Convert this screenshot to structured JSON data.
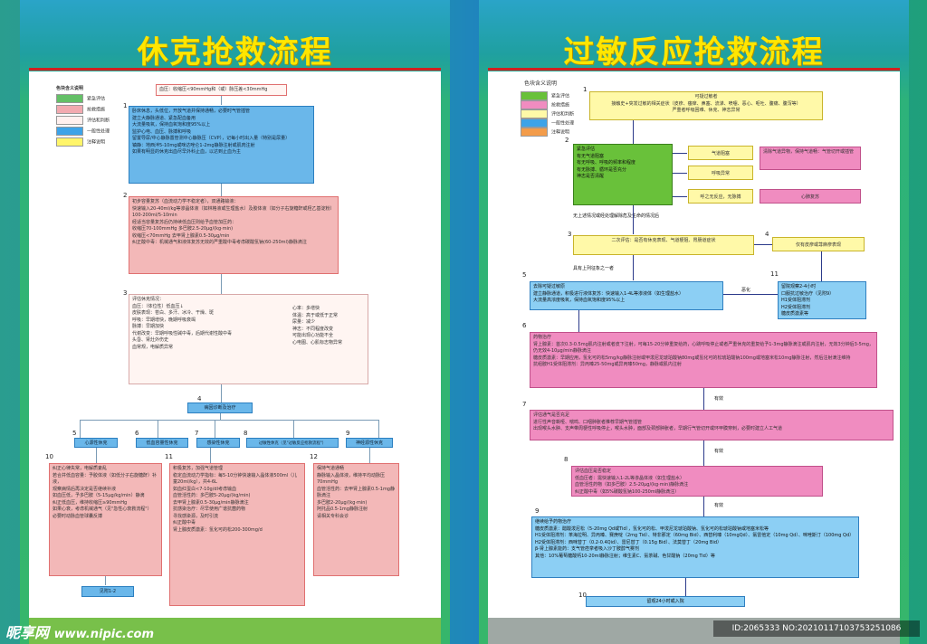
{
  "left": {
    "title": "休克抢救流程",
    "legend_title": "色块含义说明",
    "legend": [
      {
        "label": "紧急评估",
        "color": "#64c067"
      },
      {
        "label": "抢救措施",
        "color": "#f2aab0"
      },
      {
        "label": "评估和判断",
        "color": "#fff0ee"
      },
      {
        "label": "一般性处理",
        "color": "#3da3e8"
      },
      {
        "label": "注释说明",
        "color": "#fff56a"
      }
    ],
    "step0": "血压：收缩压<90mmHg和（或）脉压差<30mmHg",
    "step1": [
      "卧床休息，头低位，开放气道并保持通畅，必要时气管插管",
      "建立大静脉通道、紧急配血备用",
      "大流量吸氧，保持血氧饱和度95%以上",
      "监护心电、血压、脉搏和呼吸",
      "留置导尿/中心静脉置管测中心静脉压（CVP），记每小时出入量（特别是尿量）",
      "镇静：地西泮5-10mg或咪达唑仑1-2mg静脉注射或肌肉注射",
      "如果有明显的休克出血尽早外科止血，以达到止血为主"
    ],
    "step2": [
      "初步容量复苏（血流动力学不稳定者），双通路输液：",
      "快速输入20-40ml/kg等渗晶体液（如林格液或生理盐水）及胶体液（如分子右旋糖酐或羟乙基淀粉）100-200ml/5-10min",
      "经适当容量复苏后仍持续低血压则给予血管加压药：",
      "收缩压70-100mmHg 多巴胺2.5-20μg/(kg·min)",
      "收缩压<70mmHg 去甲肾上腺素0.5-30μg/min",
      "纠正酸中毒：机械通气和液体复苏无效的严重酸中毒考虑碳酸氢钠(60-250ml)静脉滴注"
    ],
    "step3_title": "评估休克情况：",
    "step3": [
      "血压：（体位性）低血压↓",
      "皮肤表现：苍白、多汗、冰冷、干燥、斑",
      "呼吸：早期增快，晚期呼吸衰竭",
      "脉搏：早期加快",
      "神志：不同程度改变",
      "代谢改变：早期呼吸性碱中毒，后期代谢性酸中毒",
      "头昏、肾灶外伤史",
      "血常规，电解质异常",
      "心率：多增快",
      "体温：高于或低于正常",
      "尿量：减少",
      "可能出现心功能不全",
      "心电图、心肌标志物异常"
    ],
    "step4": "病因诊断及治疗",
    "types": [
      "心源性休克",
      "低血容量性休克",
      "感染性休克",
      "过敏性休克（见\"过敏反应抢救流程\"）",
      "神经源性休克"
    ],
    "step10": [
      "纠正心律失常，电解质紊乱",
      "若合并低血容量：予胶体液（如低分子右旋糖酐）补液，",
      "观察病情后再决定是否继续补液",
      "如血压低，予多巴胺（5-15μg/kg/min）静滴",
      "纠正低血压，维持收缩压≥90mmHg",
      "如果心衰，考虑机械通气（见\"急性心衰救流程\"）",
      "必要时动脉血管球囊反搏"
    ],
    "step11": [
      "积极复苏，加强气道管理",
      "稳定血流动力学指标：每5-10分钟快速输入晶体液500ml（儿童20ml/kg），共4-6L",
      "如血红蛋白<7-10g/dl考虑输血",
      "血管活性药：多巴胺5-20μg/(kg/min)",
      "去甲肾上腺素0.5-30μg/min静脉滴注",
      "抗感染治疗：尽早使用广谱抗菌药物",
      "寻找感染源，及时引流",
      "纠正酸中毒",
      "肾上腺皮质激素：氢化可的松200-300mg/d"
    ],
    "step12": [
      "保持气道通畅",
      "静脉输入晶体液，维持平均动脉压70mmHg",
      "血管活性药：去甲肾上腺素0.5-1mg静脉滴注",
      "多巴胺2-20μg/(kg·min)",
      "阿托品0.5-1mg静脉注射",
      "请相关专科会诊"
    ],
    "see": "见附1-2",
    "nums": [
      "1",
      "2",
      "3",
      "4",
      "5",
      "6",
      "7",
      "8",
      "9",
      "10",
      "11",
      "12"
    ]
  },
  "right": {
    "title": "过敏反应抢救流程",
    "legend_title": "色块含义说明",
    "legend": [
      {
        "label": "紧急评估",
        "color": "#69c13a"
      },
      {
        "label": "抢救措施",
        "color": "#f08cc0"
      },
      {
        "label": "评估和判断",
        "color": "#fff9a8"
      },
      {
        "label": "一般性处理",
        "color": "#3da3e8"
      },
      {
        "label": "注释说明",
        "color": "#f39c4a"
      }
    ],
    "box1": [
      "可疑过敏者",
      "接触史+突发过敏的相关症状（皮疹、瘙痒、鼻塞、流涕、喷嚏、恶心、呕吐、腹痛、腹泻等）",
      "严重者呼吸困难、休克、神志异常"
    ],
    "box2": [
      "紧急评估",
      "有无气道阻塞",
      "有无呼吸、呼吸的频率和程度",
      "有无脉搏、循环是否充分",
      "神志是否清醒"
    ],
    "airway": "气道阻塞",
    "airway_act": "清除气道异物，保持气道畅：气管切开或插管",
    "breath": "呼吸异常",
    "nopulse": "呼之无反应，无脉搏",
    "cpr": "心肺复苏",
    "note3": "无上述情况或经处理解除危及生命的情况后",
    "box3": "二次评估：是否有休克表现、气道梗阻、胃肠道症状",
    "box4": "仅有皮疹或荨麻疹表现",
    "any": "具有上列征象之一者",
    "box5": [
      "去除可疑过敏原",
      "建立静脉通道，积极进行液体复苏：快速输入1-4L等渗液体（如生理盐水）",
      "大流量高浓度吸氧，保持血氧饱和度95%以上"
    ],
    "worse": "恶化",
    "box11": [
      "留院观察2-4小时",
      "口服抗过敏治疗（见附9）",
      "H1受体阻滞剂",
      "H2受体阻滞剂",
      "糖皮质激素等"
    ],
    "box6_title": "药物治疗",
    "box6": [
      "肾上腺素：首次0.3-0.5mg肌内注射或者皮下注射，可每15-20分钟重复给药，心跳呼吸停止或者严重休克的重复给予1-3mg静脉滴注或肌内注射，无效3分钟后3-5mg，仍无效4-10μg/min静脉滴注",
      "糖皮质激素：早期应用，氢化可的松5mg/kg静脉注射或甲泼尼龙琥珀酸钠80mg或氢化可的松琥珀酸钠100mg或地塞米松10mg静脉注射，然后注射滴注维持",
      "抗组胺H1受体阻滞剂：异丙嗪25-50mg或异丙嗪50mg，静脉或肌内注射"
    ],
    "eff": "有效",
    "box7": [
      "评估通气是否充足",
      "进行性声音嘶哑、喘鸣、口咽肿胀者推荐早期气管插管",
      "出现喉头水肿、支声带周梗性呼吸停止，喉头水肿，面部及颈部肿胀者，早期行气管切开或环甲膜穿刺，必要时建立人工气道"
    ],
    "box8": [
      "评估血压是否稳定",
      "低血压者：需快速输入1-2L等渗晶体液（如生理盐水）",
      "血管活性药物（如多巴胺）2.5-20μg/(kg·min)静脉滴注",
      "纠正酸中毒（如5%碳酸氢钠100-250ml静脉滴注）"
    ],
    "box9_title": "继续给予药物治疗",
    "box9": [
      "糖皮质激素：醋酸泼尼松（5-20mg Qd或Tid），氢化可的松、甲泼尼龙琥珀酸钠、氢化可的松琥珀酸钠或地塞米松等",
      "H1受体阻滞剂：苯海拉明、异丙嗪、赛庚啶（2mg Tid）、特非那定（60mg Bid）、西替利嗪（10mgQd）、氯雷他定（10mg Qd）、咪唑斯汀（100mg Qd）",
      "H2受体阻滞剂：西咪替丁（0.2-0.4Qid）、雷尼替丁（0.15g Bid）、法莫替丁（20mg Bid）",
      "β-肾上腺素能药：支气管痉挛者吸入沙丁胺醇气雾剂",
      "其他：10%葡萄糖酸钙10-20ml静脉注射；维生素C、氨茶碱、色甘酸钠（20mg Tid）等"
    ],
    "box10": "留观24小时或入院",
    "nums": [
      "1",
      "2",
      "3",
      "4",
      "5",
      "6",
      "7",
      "8",
      "9",
      "10",
      "11"
    ]
  },
  "watermark": "昵享网",
  "watermark_url": "www.nipic.com",
  "id_tag": "ID:2065333 NO:20210117103753251086"
}
